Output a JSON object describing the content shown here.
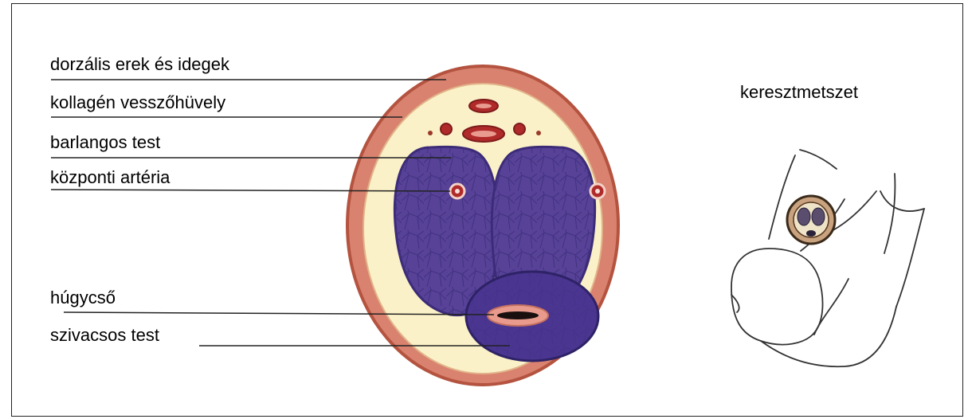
{
  "labels": {
    "dorsal": "dorzális erek és idegek",
    "collagen": "kollagén vesszőhüvely",
    "cavernous": "barlangos test",
    "artery": "központi artéria",
    "urethra": "húgycső",
    "spongy": "szivacsos test",
    "section": "keresztmetszet"
  },
  "colors": {
    "outer_ring": "#d9826f",
    "outer_ring_edge": "#b4533f",
    "tunica": "#fbf1c8",
    "cavernous_fill": "#574298",
    "cavernous_edge": "#3c2c78",
    "vessel": "#b02a2a",
    "urethra_lining": "#e89a8c"
  }
}
